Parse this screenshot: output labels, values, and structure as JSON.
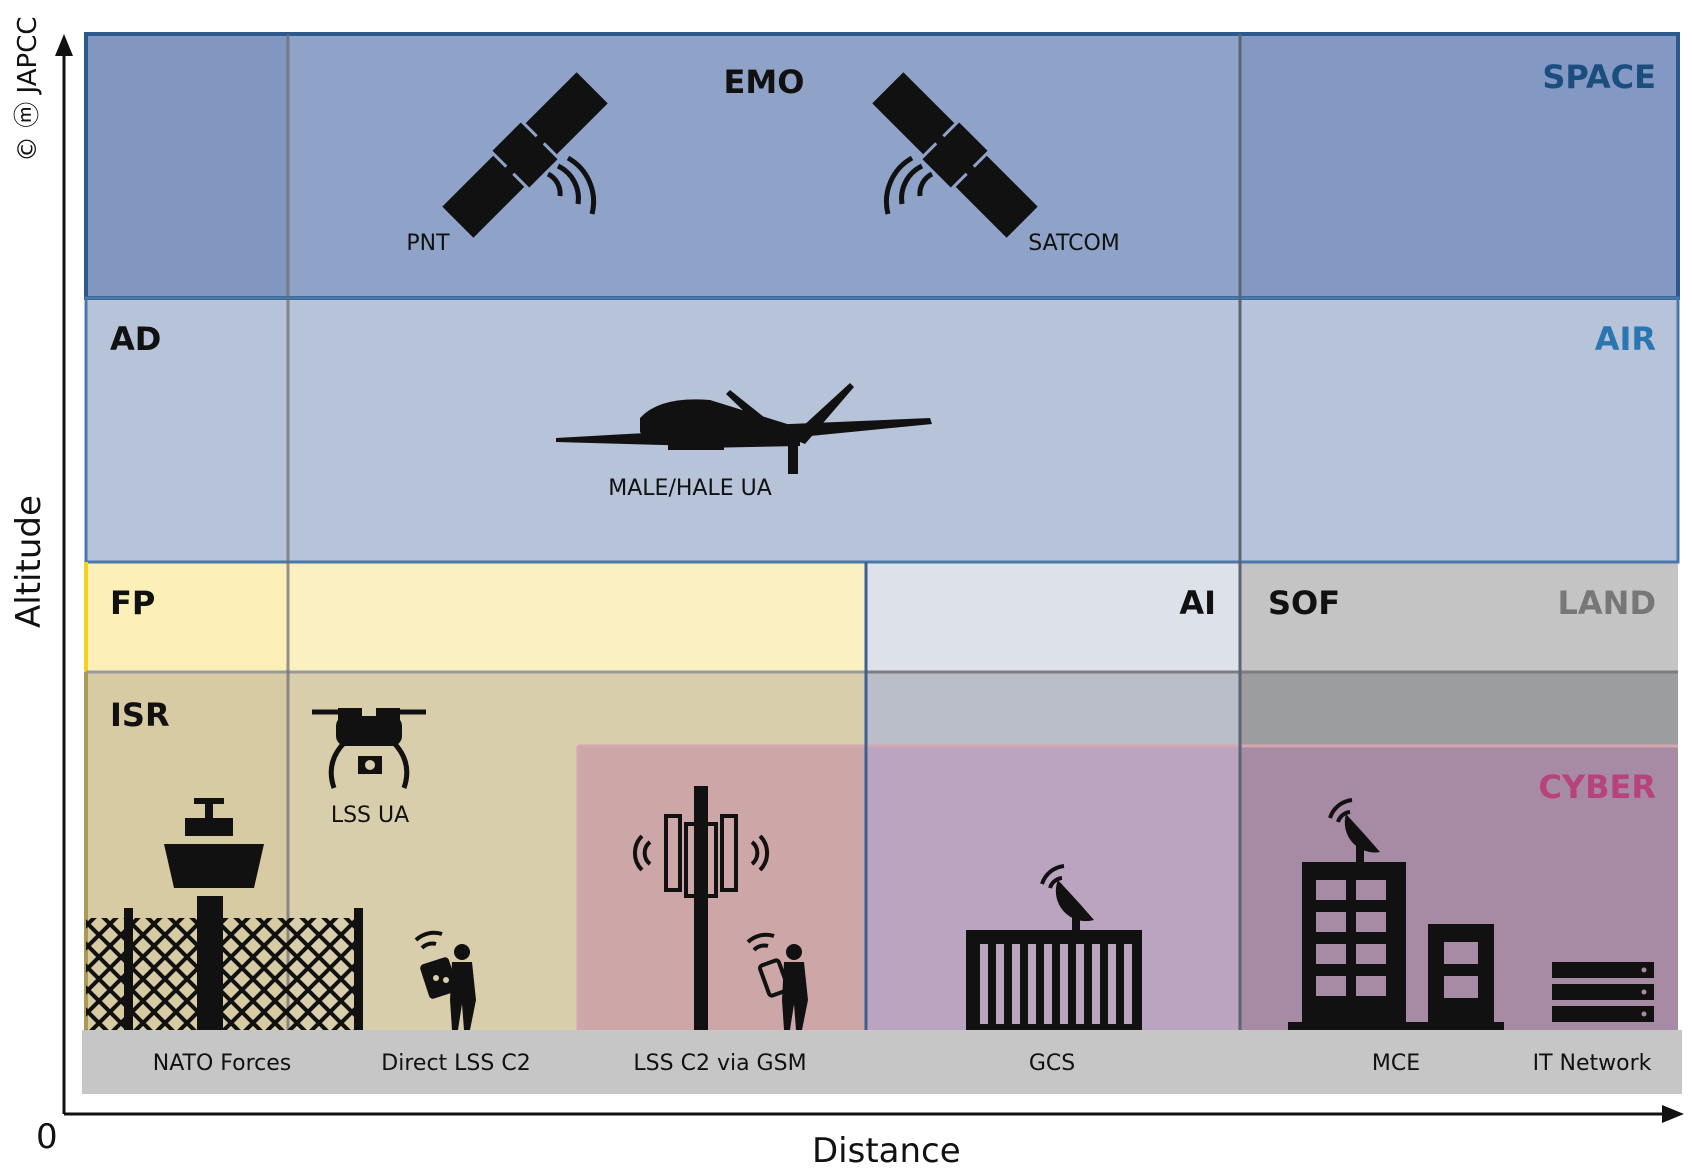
{
  "axes": {
    "y_label": "Altitude",
    "x_label": "Distance",
    "origin": "0"
  },
  "copyright": "© ⓜ JAPCC",
  "domains": {
    "space": "SPACE",
    "air": "AIR",
    "land": "LAND",
    "cyber": "CYBER"
  },
  "zones": {
    "emo": "EMO",
    "ad": "AD",
    "fp": "FP",
    "ai": "AI",
    "sof": "SOF",
    "isr": "ISR"
  },
  "assets": {
    "pnt": "PNT",
    "satcom": "SATCOM",
    "male_hale_ua": "MALE/HALE UA",
    "lss_ua": "LSS UA"
  },
  "ground_labels": {
    "nato_forces": "NATO Forces",
    "direct_lss_c2": "Direct LSS C2",
    "lss_c2_gsm": "LSS C2 via GSM",
    "gcs": "GCS",
    "mce": "MCE",
    "it_network": "IT Network"
  },
  "colors": {
    "space": "#8aa0c8",
    "air": "#b7c3d8",
    "fp": "#fbf0c2",
    "ai": "#dde1ea",
    "land_sof": "#c7c7c7",
    "isr": "#d8ceab",
    "cyber_red": "#cda7a7",
    "cyber_purple": "#bca4bf",
    "ground": "#c7c7c7",
    "space_text": "#1c4d7f",
    "air_text": "#2a76b0",
    "land_text": "#777777",
    "cyber_text": "#b8437c"
  },
  "icons": [
    "satellite-icon",
    "drone-aircraft-icon",
    "quadcopter-icon",
    "control-tower-icon",
    "fence-icon",
    "operator-icon",
    "cell-tower-icon",
    "ground-station-icon",
    "building-icon",
    "server-icon"
  ]
}
